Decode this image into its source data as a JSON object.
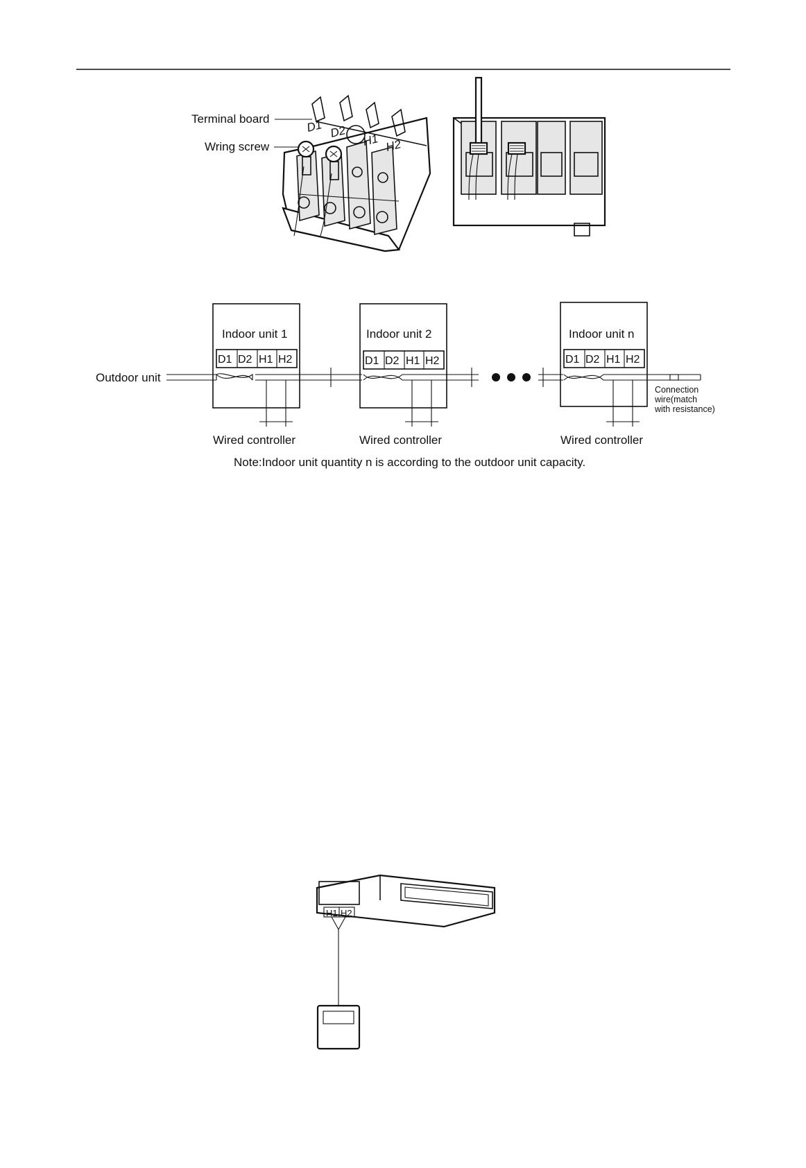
{
  "figure1": {
    "terminal_board_label": "Terminal board",
    "wiring_screw_label": "Wring screw",
    "slot_labels": [
      "D1",
      "D2",
      "H1",
      "H2"
    ]
  },
  "figure2": {
    "outdoor_unit_label": "Outdoor unit",
    "units": [
      {
        "title": "Indoor unit 1",
        "terminals": [
          "D1",
          "D2",
          "H1",
          "H2"
        ],
        "controller": "Wired controller"
      },
      {
        "title": "Indoor unit  2",
        "terminals": [
          "D1",
          "D2",
          "H1",
          "H2"
        ],
        "controller": "Wired controller"
      },
      {
        "title": "Indoor unit n",
        "terminals": [
          "D1",
          "D2",
          "H1",
          "H2"
        ],
        "controller": "Wired controller"
      }
    ],
    "connection_wire_label": [
      "Connection",
      "wire(match",
      "with resistance)"
    ],
    "note": "Note:Indoor unit quantity n is according to the outdoor unit capacity."
  },
  "figure3": {
    "terminals": [
      "H1",
      "H2"
    ]
  }
}
